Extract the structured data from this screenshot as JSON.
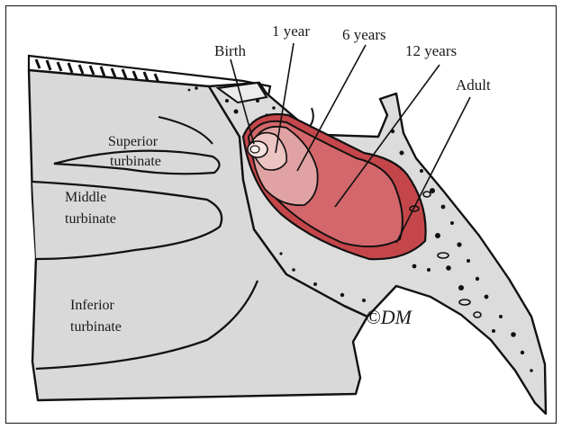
{
  "diagram": {
    "stage_labels": {
      "birth": "Birth",
      "one_year": "1 year",
      "six_years": "6 years",
      "twelve_years": "12 years",
      "adult": "Adult"
    },
    "turbinate_labels": {
      "superior_line1": "Superior",
      "superior_line2": "turbinate",
      "middle_line1": "Middle",
      "middle_line2": "turbinate",
      "inferior_line1": "Inferior",
      "inferior_line2": "turbinate"
    },
    "signature": "©DM",
    "colors": {
      "bone": "#d9d9d9",
      "outline": "#111111",
      "adult_sinus": "#c5464a",
      "twelve_years_sinus": "#d3676b",
      "six_years_sinus": "#e0a2a2",
      "one_year_sinus": "#ecc4c2",
      "birth_sinus": "#f5e1df"
    }
  }
}
